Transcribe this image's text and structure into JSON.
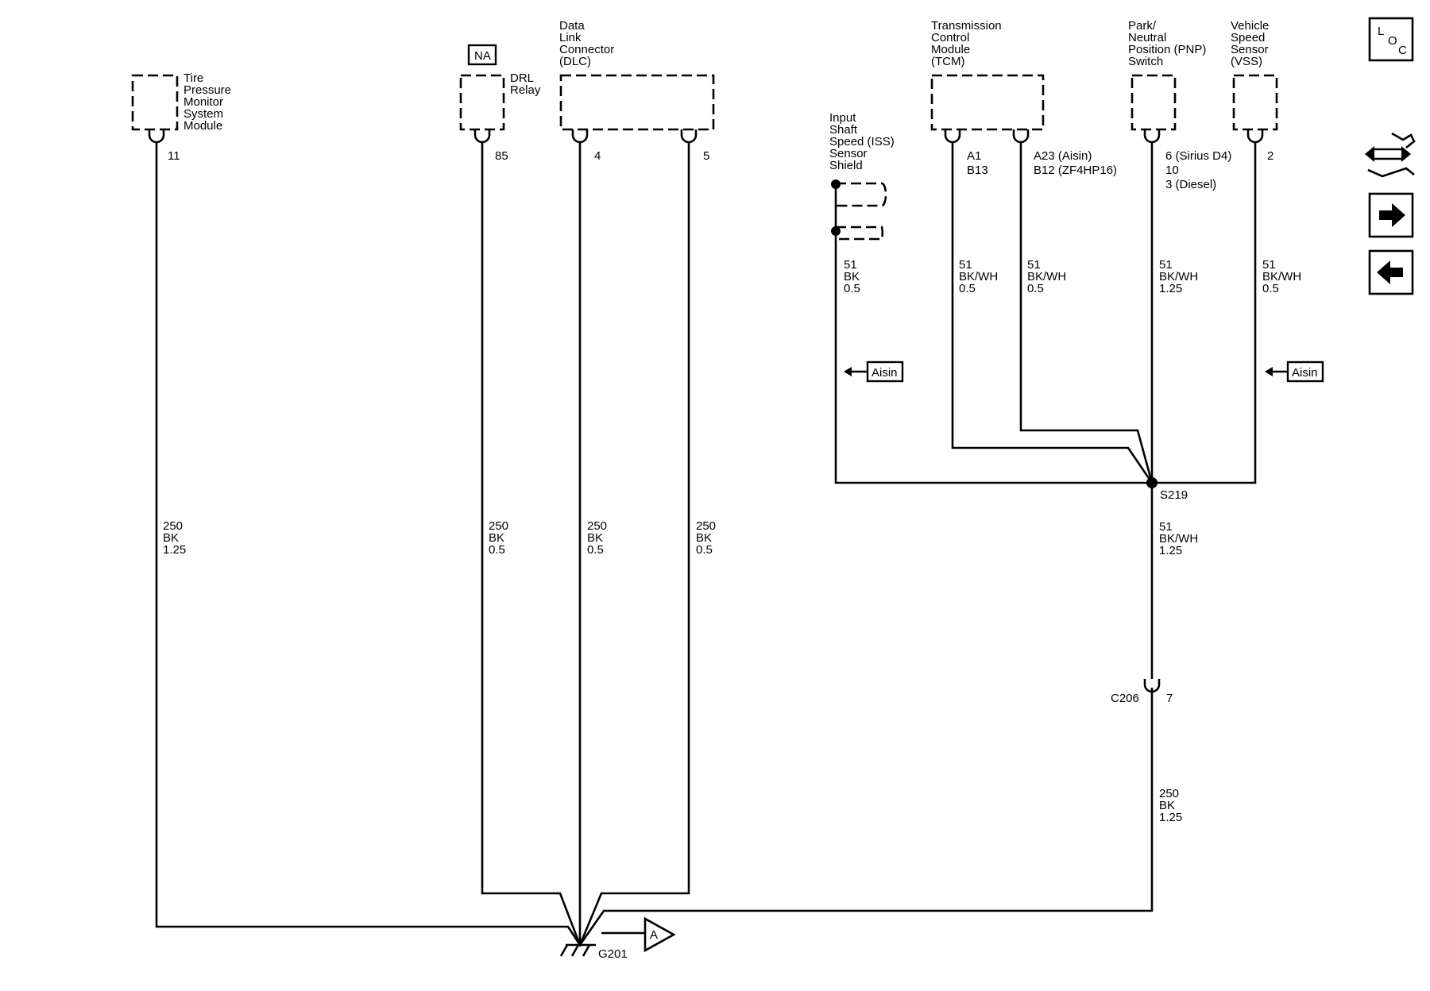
{
  "components": {
    "tpms": {
      "name": [
        "Tire",
        "Pressure",
        "Monitor",
        "System",
        "Module"
      ],
      "pin": "11"
    },
    "drl": {
      "badge": "NA",
      "name": [
        "DRL",
        "Relay"
      ],
      "pin": "85"
    },
    "dlc": {
      "name": [
        "Data",
        "Link",
        "Connector",
        "(DLC)"
      ],
      "pin_a": "4",
      "pin_b": "5"
    },
    "iss": {
      "name": [
        "Input",
        "Shaft",
        "Speed (ISS)",
        "Sensor",
        "Shield"
      ]
    },
    "tcm": {
      "name": [
        "Transmission",
        "Control",
        "Module",
        "(TCM)"
      ],
      "pin_a": [
        "A1",
        "B13"
      ],
      "pin_b": [
        "A23 (Aisin)",
        "B12 (ZF4HP16)"
      ]
    },
    "pnp": {
      "name": [
        "Park/",
        "Neutral",
        "Position (PNP)",
        "Switch"
      ],
      "pin": [
        "6 (Sirius D4)",
        "10",
        "3 (Diesel)"
      ]
    },
    "vss": {
      "name": [
        "Vehicle",
        "Speed",
        "Sensor",
        "(VSS)"
      ],
      "pin": "2"
    }
  },
  "wires": {
    "tpms": [
      "250",
      "BK",
      "1.25"
    ],
    "drl": [
      "250",
      "BK",
      "0.5"
    ],
    "dlc4": [
      "250",
      "BK",
      "0.5"
    ],
    "dlc5": [
      "250",
      "BK",
      "0.5"
    ],
    "iss": [
      "51",
      "BK",
      "0.5"
    ],
    "tcm_a": [
      "51",
      "BK/WH",
      "0.5"
    ],
    "tcm_b": [
      "51",
      "BK/WH",
      "0.5"
    ],
    "pnp": [
      "51",
      "BK/WH",
      "1.25"
    ],
    "vss": [
      "51",
      "BK/WH",
      "0.5"
    ],
    "s219_down": [
      "51",
      "BK/WH",
      "1.25"
    ],
    "c206_down": [
      "250",
      "BK",
      "1.25"
    ]
  },
  "notes": {
    "aisin_left": "Aisin",
    "aisin_right": "Aisin"
  },
  "splice": {
    "label": "S219"
  },
  "connector": {
    "label": "C206",
    "pin": "7"
  },
  "ground": {
    "label": "G201",
    "ref": "A"
  },
  "nav": {
    "loc_l": "L",
    "loc_o": "O",
    "loc_c": "C"
  }
}
